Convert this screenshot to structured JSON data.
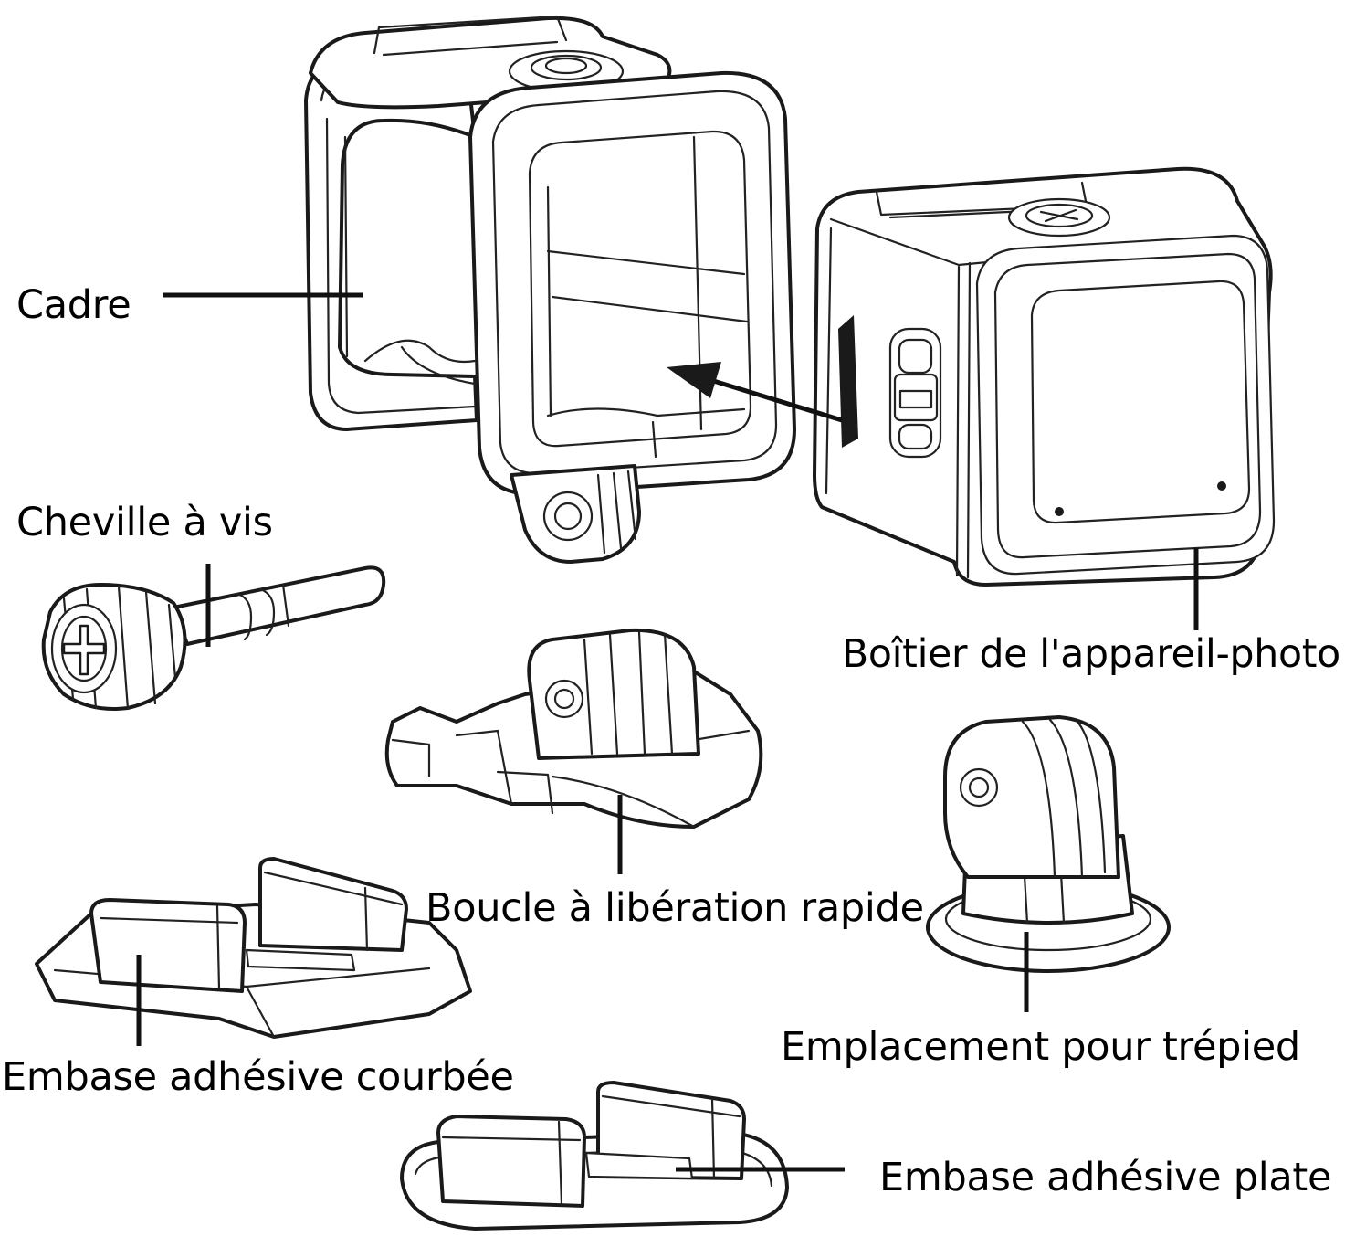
{
  "colors": {
    "ink": "#111111",
    "background": "#ffffff"
  },
  "labels": {
    "cadre": "Cadre",
    "cheville": "Cheville à vis",
    "boitier": "Boîtier de l'appareil-photo",
    "boucle": "Boucle à libération rapide",
    "embase_courbee": "Embase adhésive courbée",
    "trepied": "Emplacement pour trépied",
    "embase_plate": "Embase adhésive plate"
  }
}
